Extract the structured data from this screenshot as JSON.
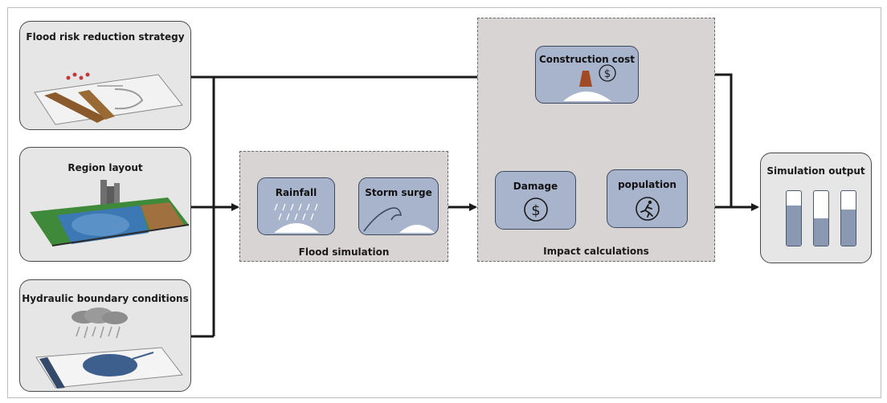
{
  "inputs": {
    "strategy": {
      "title": "Flood risk reduction strategy"
    },
    "region": {
      "title": "Region layout"
    },
    "hydraulic": {
      "title": "Hydraulic boundary conditions"
    }
  },
  "flood_simulation": {
    "label": "Flood simulation",
    "rainfall": {
      "title": "Rainfall"
    },
    "storm_surge": {
      "title": "Storm surge"
    }
  },
  "impact_calculations": {
    "label": "Impact calculations",
    "construction_cost": {
      "title": "Construction cost"
    },
    "damage": {
      "title": "Damage"
    },
    "population": {
      "title": "population"
    }
  },
  "output": {
    "title": "Simulation output",
    "bar_levels": [
      0.74,
      0.5,
      0.66
    ]
  },
  "colors": {
    "card_fill": "#a8b4cb",
    "box_fill": "#e6e6e6",
    "group_fill": "#d8d4d4",
    "arrow": "#1a1a1a",
    "bar_fill": "#8b98b2"
  },
  "icons": {
    "currency": "$",
    "person": "running-person"
  }
}
